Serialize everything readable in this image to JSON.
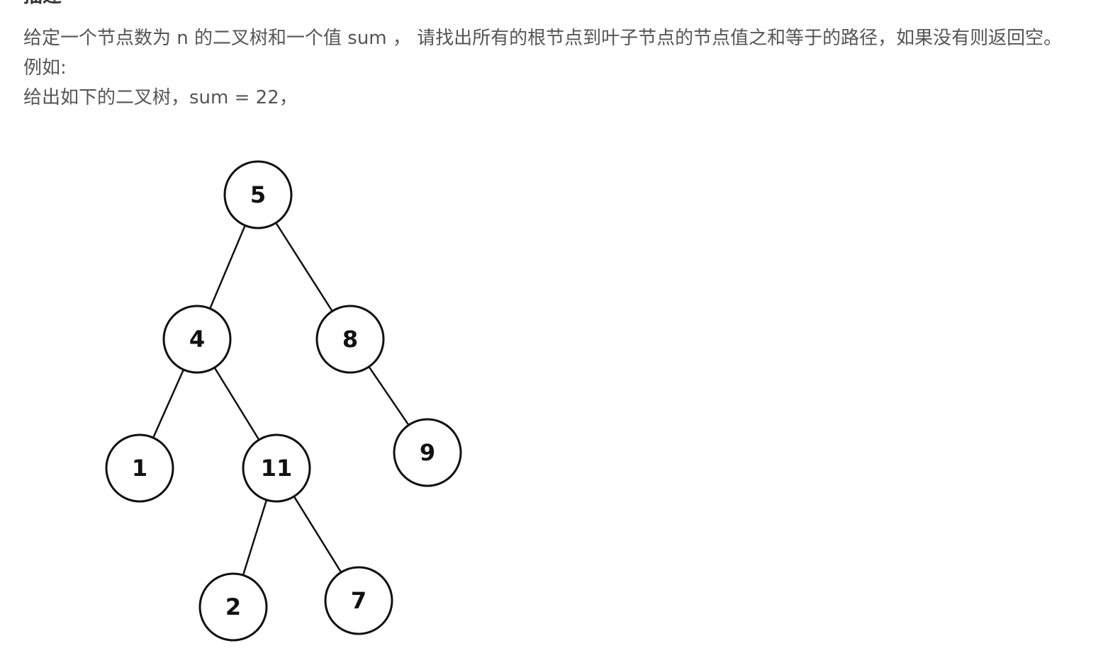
{
  "section_title": "描述",
  "description": {
    "paragraph": "给定一个节点数为 n 的二叉树和一个值 sum ， 请找出所有的根节点到叶子节点的节点值之和等于的路径，如果没有则返回空。",
    "example_label": "例如:",
    "example_text": "给出如下的二叉树，sum = 22，"
  },
  "tree": {
    "nodes": [
      {
        "id": "n5",
        "label": "5"
      },
      {
        "id": "n4",
        "label": "4"
      },
      {
        "id": "n8",
        "label": "8"
      },
      {
        "id": "n1",
        "label": "1"
      },
      {
        "id": "n11",
        "label": "11"
      },
      {
        "id": "n9",
        "label": "9"
      },
      {
        "id": "n2",
        "label": "2"
      },
      {
        "id": "n7",
        "label": "7"
      }
    ],
    "edges": [
      [
        "n5",
        "n4"
      ],
      [
        "n5",
        "n8"
      ],
      [
        "n4",
        "n1"
      ],
      [
        "n4",
        "n11"
      ],
      [
        "n8",
        "n9"
      ],
      [
        "n11",
        "n2"
      ],
      [
        "n11",
        "n7"
      ]
    ]
  }
}
